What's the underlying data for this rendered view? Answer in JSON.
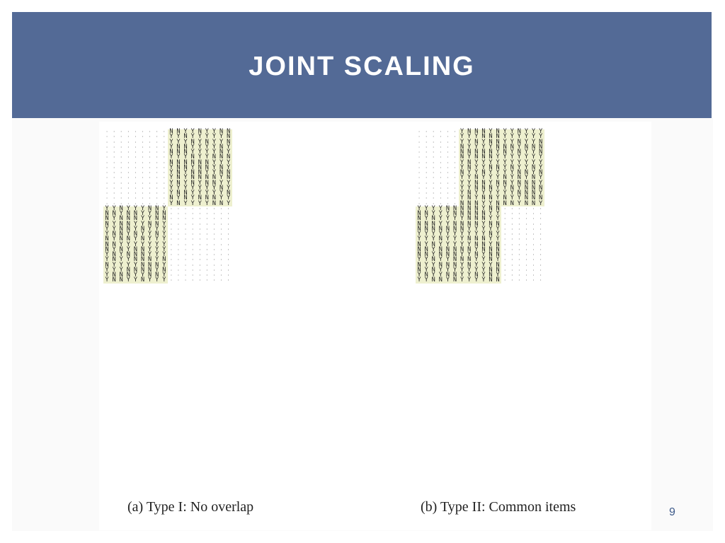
{
  "slide": {
    "title": "JOINT SCALING",
    "page_number": "9",
    "accent_color": "#536a96",
    "fill_color": "#eef0cf"
  },
  "figures": [
    {
      "caption": "(a) Type I: No overlap",
      "rows": 30,
      "cols": 18,
      "blocks": [
        {
          "row_start": 0,
          "row_end": 15,
          "col_start": 0,
          "col_end": 9,
          "content": "dots"
        },
        {
          "row_start": 0,
          "row_end": 15,
          "col_start": 9,
          "col_end": 18,
          "content": "responses"
        },
        {
          "row_start": 15,
          "row_end": 30,
          "col_start": 0,
          "col_end": 9,
          "content": "responses"
        },
        {
          "row_start": 15,
          "row_end": 30,
          "col_start": 9,
          "col_end": 18,
          "content": "dots"
        }
      ]
    },
    {
      "caption": "(b) Type II: Common items",
      "rows": 30,
      "cols": 18,
      "blocks": [
        {
          "row_start": 0,
          "row_end": 15,
          "col_start": 0,
          "col_end": 6,
          "content": "dots"
        },
        {
          "row_start": 0,
          "row_end": 15,
          "col_start": 6,
          "col_end": 18,
          "content": "responses"
        },
        {
          "row_start": 15,
          "row_end": 30,
          "col_start": 0,
          "col_end": 12,
          "content": "responses"
        },
        {
          "row_start": 15,
          "row_end": 30,
          "col_start": 12,
          "col_end": 18,
          "content": "dots"
        }
      ]
    }
  ]
}
